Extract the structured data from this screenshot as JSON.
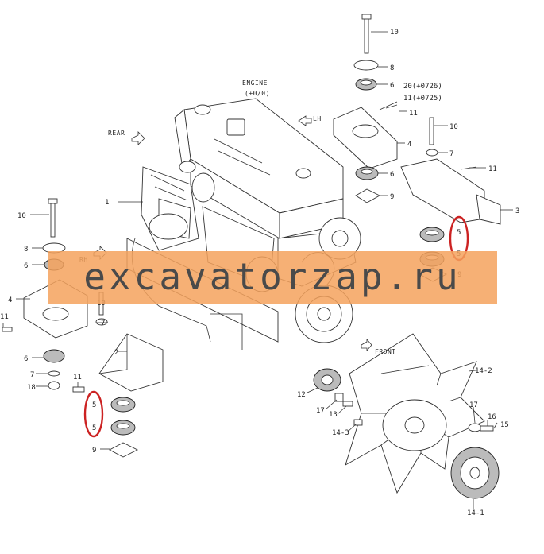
{
  "directions": {
    "engine_line1": "ENGINE",
    "engine_line2": "(+0/0)",
    "rear": "REAR",
    "lh": "LH",
    "rh": "RH",
    "front": "FRONT"
  },
  "callouts": {
    "c_1": "1",
    "c_2": "2",
    "c_3": "3",
    "c_4a": "4",
    "c_4b": "4",
    "c_5a": "5",
    "c_5b": "5",
    "c_5c": "5",
    "c_5d": "5",
    "c_6a": "6",
    "c_6b": "6",
    "c_6c": "6",
    "c_6d": "6",
    "c_7a": "7",
    "c_7b": "7",
    "c_7c": "7",
    "c_8a": "8",
    "c_8b": "8",
    "c_9a": "9",
    "c_9b": "9",
    "c_9c": "9",
    "c_10a": "10",
    "c_10b": "10",
    "c_10c": "10",
    "c_10d": "10",
    "c_11a": "11",
    "c_11b": "11",
    "c_11c": "11",
    "c_11d": "11",
    "c_11e": "11(+0725)",
    "c_20": "20(+0726)",
    "c_12": "12",
    "c_13": "13",
    "c_14_1": "14-1",
    "c_14_2": "14-2",
    "c_14_3": "14-3",
    "c_15": "15",
    "c_16": "16",
    "c_17a": "17",
    "c_17b": "17",
    "c_18": "18"
  },
  "watermark": {
    "text": "excavatorzap.ru",
    "band_color": "#f5a25d"
  },
  "highlight_color": "#cc2222"
}
